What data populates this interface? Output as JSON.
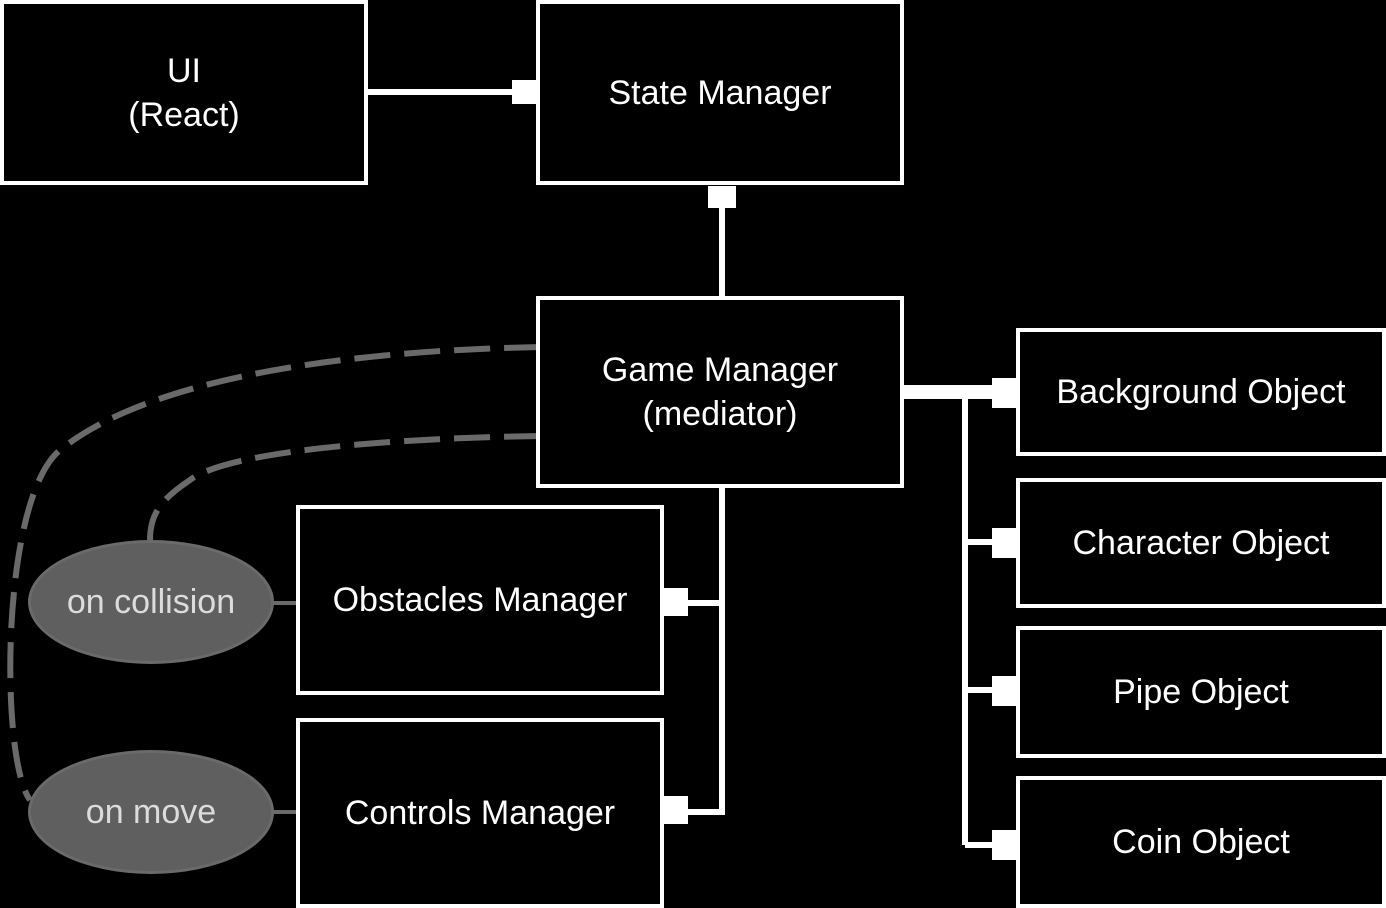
{
  "nodes": {
    "ui": {
      "line1": "UI",
      "line2": "(React)"
    },
    "state_manager": {
      "label": "State Manager"
    },
    "game_manager": {
      "line1": "Game Manager",
      "line2": "(mediator)"
    },
    "obstacles_manager": {
      "label": "Obstacles Manager"
    },
    "controls_manager": {
      "label": "Controls Manager"
    },
    "background_object": {
      "label": "Background Object"
    },
    "character_object": {
      "label": "Character Object"
    },
    "pipe_object": {
      "label": "Pipe Object"
    },
    "coin_object": {
      "label": "Coin Object"
    }
  },
  "events": {
    "on_collision": {
      "label": "on collision"
    },
    "on_move": {
      "label": "on move"
    }
  },
  "colors": {
    "background": "#000000",
    "box_border": "#ffffff",
    "connector": "#ffffff",
    "event_fill": "#5f5f5f",
    "event_text": "#dcdcdc",
    "dashed_line": "#6a6a6a"
  },
  "edges": [
    {
      "from": "ui",
      "to": "state_manager",
      "style": "solid"
    },
    {
      "from": "game_manager",
      "to": "state_manager",
      "style": "solid"
    },
    {
      "from": "game_manager",
      "to": "background_object",
      "style": "solid"
    },
    {
      "from": "game_manager",
      "to": "character_object",
      "style": "solid"
    },
    {
      "from": "game_manager",
      "to": "pipe_object",
      "style": "solid"
    },
    {
      "from": "game_manager",
      "to": "coin_object",
      "style": "solid"
    },
    {
      "from": "game_manager",
      "to": "obstacles_manager",
      "style": "solid"
    },
    {
      "from": "game_manager",
      "to": "controls_manager",
      "style": "solid"
    },
    {
      "from": "on_collision",
      "to": "game_manager",
      "style": "dashed"
    },
    {
      "from": "on_move",
      "to": "game_manager",
      "style": "dashed"
    }
  ]
}
